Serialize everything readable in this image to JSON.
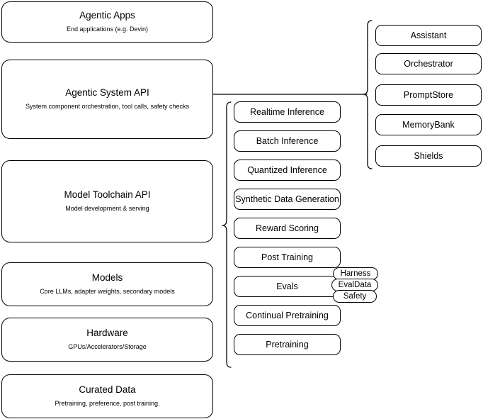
{
  "diagram": {
    "title": "Agentic AI stack layers",
    "background_color": "#ffffff",
    "stroke_color": "#000000"
  },
  "layers": [
    {
      "id": "agentic-apps",
      "title": "Agentic Apps",
      "subtitle": "End applications (e.g. Devin)"
    },
    {
      "id": "agentic-system-api",
      "title": "Agentic System API",
      "subtitle": "System component orchestration, tool calls, safety checks"
    },
    {
      "id": "model-toolchain-api",
      "title": "Model Toolchain API",
      "subtitle": "Model development & serving"
    },
    {
      "id": "models",
      "title": "Models",
      "subtitle": "Core LLMs, adapter weights, secondary models"
    },
    {
      "id": "hardware",
      "title": "Hardware",
      "subtitle": "GPUs/Accelerators/Storage"
    },
    {
      "id": "curated-data",
      "title": "Curated Data",
      "subtitle": "Pretraining, preference, post training."
    }
  ],
  "toolchain_components": [
    {
      "id": "realtime-inference",
      "label": "Realtime Inference"
    },
    {
      "id": "batch-inference",
      "label": "Batch Inference"
    },
    {
      "id": "quantized-inference",
      "label": "Quantized Inference"
    },
    {
      "id": "synthetic-data-generation",
      "label": "Synthetic Data Generation"
    },
    {
      "id": "reward-scoring",
      "label": "Reward Scoring"
    },
    {
      "id": "post-training",
      "label": "Post Training"
    },
    {
      "id": "evals",
      "label": "Evals"
    },
    {
      "id": "continual-pretraining",
      "label": "Continual Pretraining"
    },
    {
      "id": "pretraining",
      "label": "Pretraining"
    }
  ],
  "eval_badges": [
    {
      "id": "harness",
      "label": "Harness"
    },
    {
      "id": "evaldata",
      "label": "EvalData"
    },
    {
      "id": "safety",
      "label": "Safety"
    }
  ],
  "system_components": [
    {
      "id": "assistant",
      "label": "Assistant"
    },
    {
      "id": "orchestrator",
      "label": "Orchestrator"
    },
    {
      "id": "promptstore",
      "label": "PromptStore"
    },
    {
      "id": "memorybank",
      "label": "MemoryBank"
    },
    {
      "id": "shields",
      "label": "Shields"
    }
  ]
}
